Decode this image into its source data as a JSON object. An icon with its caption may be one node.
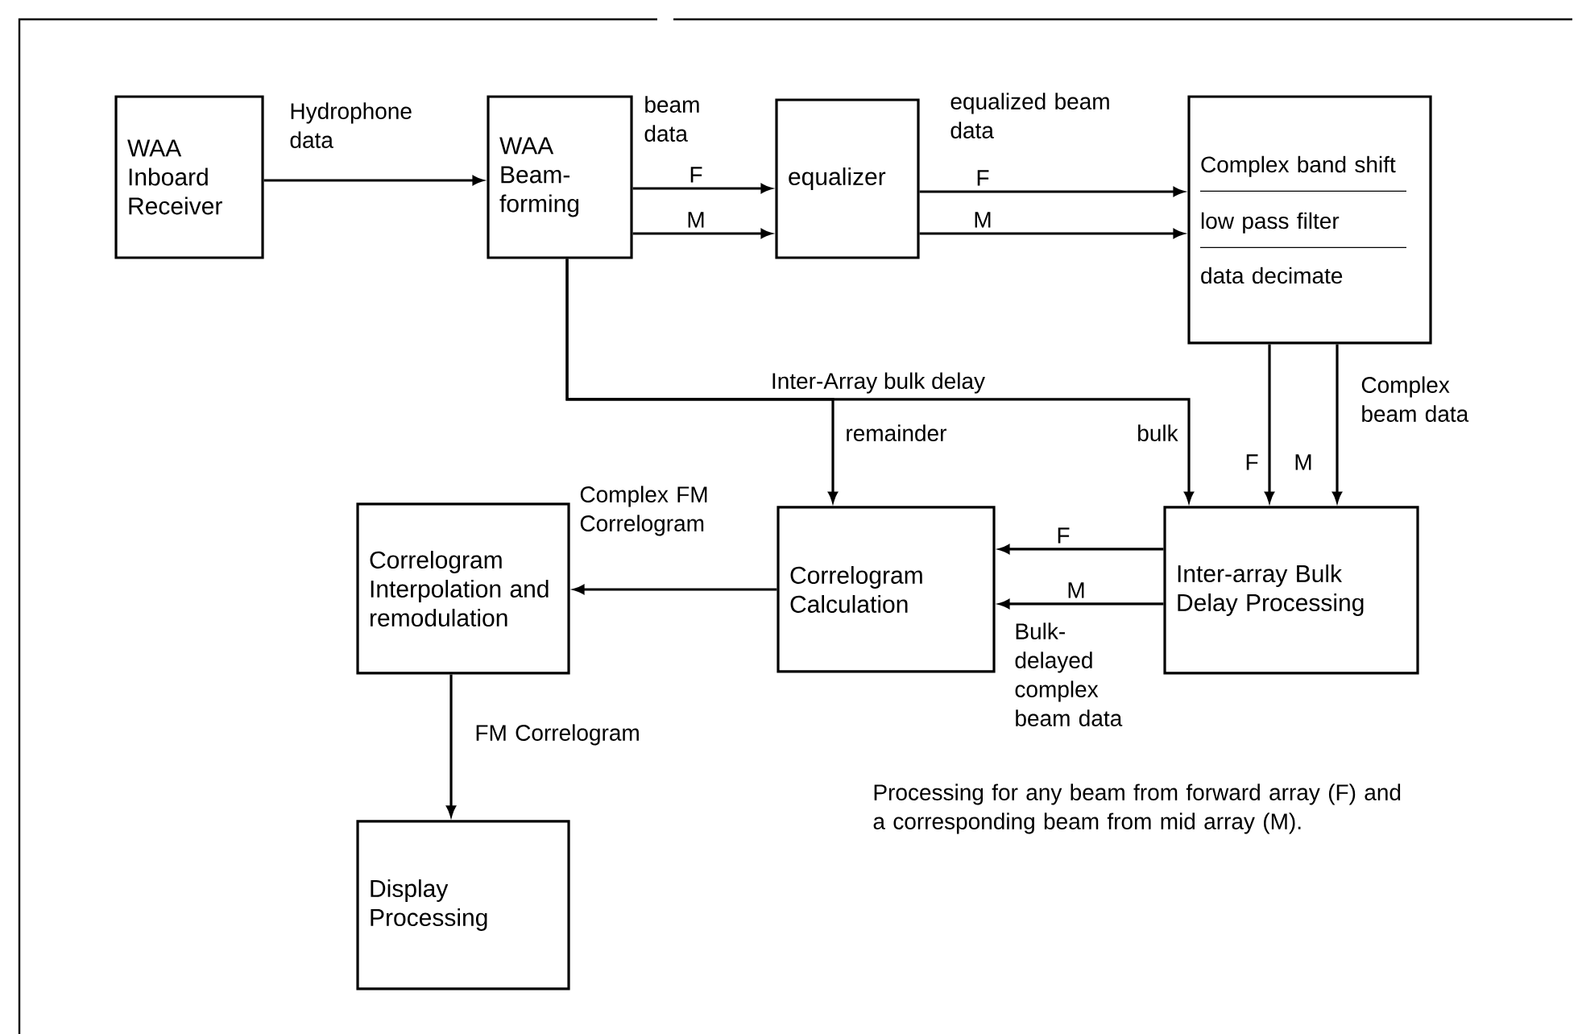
{
  "diagram": {
    "nodes": [
      {
        "text": [
          "WAA Inboard Receiver"
        ]
      },
      {
        "text": [
          "WAA Beam-forming"
        ]
      },
      {
        "text": [
          "equalizer"
        ]
      },
      {
        "text": [
          "Complex band shift",
          "low pass filter",
          "data decimate"
        ]
      },
      {
        "text": [
          "Correlogram Interpolation and remodulation"
        ]
      },
      {
        "text": [
          "Correlogram Calculation"
        ]
      },
      {
        "text": [
          "Inter-array Bulk Delay Processing"
        ]
      },
      {
        "text": [
          "Display Processing"
        ]
      }
    ],
    "edges": [
      {
        "from": 0,
        "to": 1,
        "arrow": "to",
        "label": "Hydrophone data"
      },
      {
        "from": 1,
        "to": 2,
        "arrow": "to",
        "label": "F"
      },
      {
        "from": 1,
        "to": 2,
        "arrow": "to",
        "label": "M"
      },
      {
        "from": 2,
        "to": 3,
        "arrow": "to",
        "label": "F"
      },
      {
        "from": 2,
        "to": 3,
        "arrow": "to",
        "label": "M"
      },
      {
        "from": 1,
        "to": 5,
        "arrow": "to",
        "label": "remainder"
      },
      {
        "from": 1,
        "to": 6,
        "arrow": "to",
        "label": "bulk"
      },
      {
        "from": 3,
        "to": 6,
        "arrow": "to",
        "label": "F"
      },
      {
        "from": 3,
        "to": 6,
        "arrow": "to",
        "label": "M"
      },
      {
        "from": 6,
        "to": 5,
        "arrow": "to",
        "label": "F"
      },
      {
        "from": 6,
        "to": 5,
        "arrow": "to",
        "label": "M"
      },
      {
        "from": 5,
        "to": 4,
        "arrow": "to",
        "label": "Complex FM Correlogram"
      },
      {
        "from": 4,
        "to": 7,
        "arrow": "to",
        "label": "FM Correlogram"
      }
    ],
    "labels": [
      "beam data",
      "equalized beam data",
      "Inter-Array bulk delay",
      "Complex beam data",
      "Bulk-delayed complex beam data",
      "Processing for any beam from forward array (F) and a corresponding beam from mid array (M)."
    ]
  }
}
